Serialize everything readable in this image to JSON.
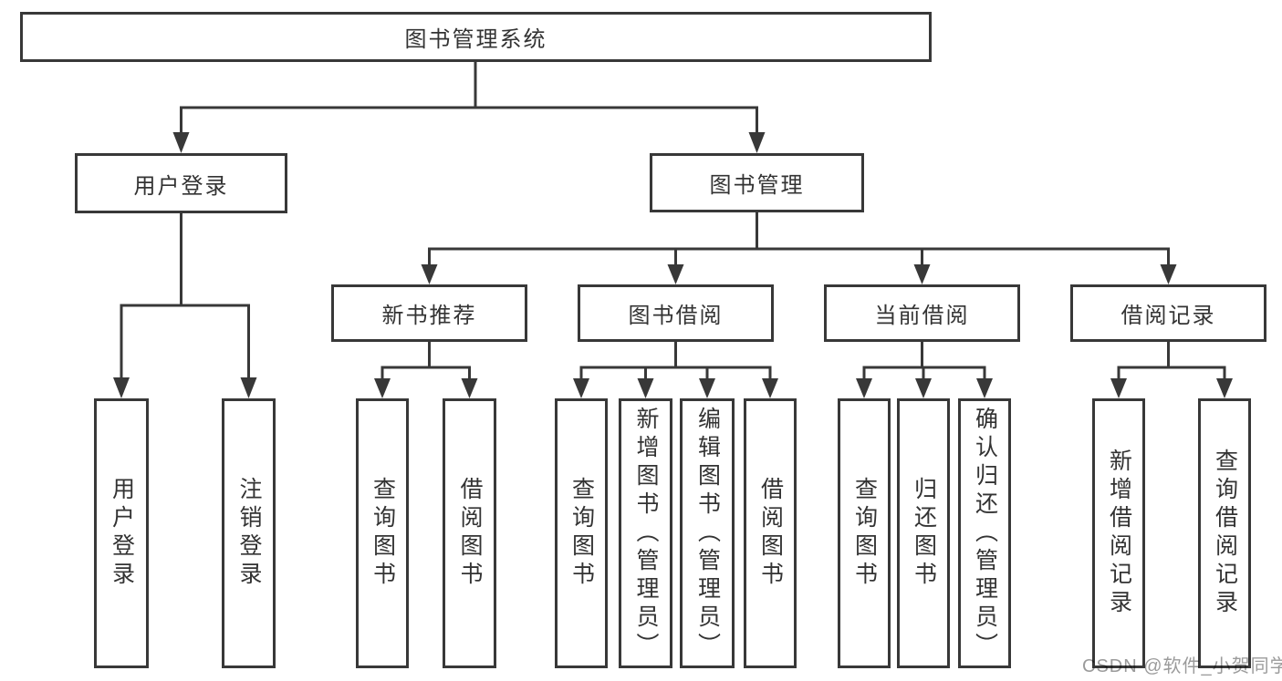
{
  "colors": {
    "line": "#383838",
    "box_border": "#383838",
    "text": "#333333",
    "watermark": "#9b9b9b",
    "background": "#ffffff"
  },
  "tree": {
    "root": {
      "label": "图书管理系统",
      "children": [
        {
          "label": "用户登录",
          "children": [
            {
              "label": "用户登录"
            },
            {
              "label": "注销登录"
            }
          ]
        },
        {
          "label": "图书管理",
          "children": [
            {
              "label": "新书推荐",
              "children": [
                {
                  "label": "查询图书"
                },
                {
                  "label": "借阅图书"
                }
              ]
            },
            {
              "label": "图书借阅",
              "children": [
                {
                  "label": "查询图书"
                },
                {
                  "label": "新增图书（管理员）"
                },
                {
                  "label": "编辑图书（管理员）"
                },
                {
                  "label": "借阅图书"
                }
              ]
            },
            {
              "label": "当前借阅",
              "children": [
                {
                  "label": "查询图书"
                },
                {
                  "label": "归还图书"
                },
                {
                  "label": "确认归还（管理员）"
                }
              ]
            },
            {
              "label": "借阅记录",
              "children": [
                {
                  "label": "新增借阅记录"
                },
                {
                  "label": "查询借阅记录"
                }
              ]
            }
          ]
        }
      ]
    }
  },
  "watermark": {
    "text": "CSDN @软件_小贺同学"
  }
}
